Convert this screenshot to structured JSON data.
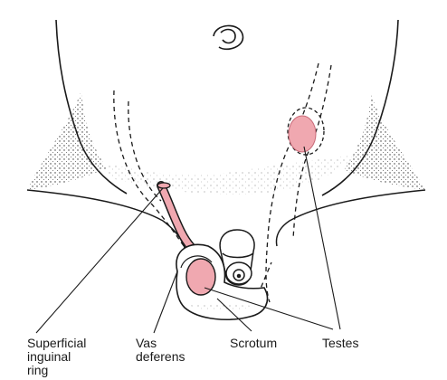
{
  "labels": {
    "superficial_inguinal_ring": [
      "Superficial",
      "inguinal",
      "ring"
    ],
    "vas_deferens": [
      "Vas",
      "deferens"
    ],
    "scrotum": "Scrotum",
    "testes": "Testes"
  },
  "colors": {
    "highlight": "#f0a8b0",
    "highlight_stroke": "#c86a78",
    "ink": "#1a1a1a",
    "background": "#ffffff"
  }
}
